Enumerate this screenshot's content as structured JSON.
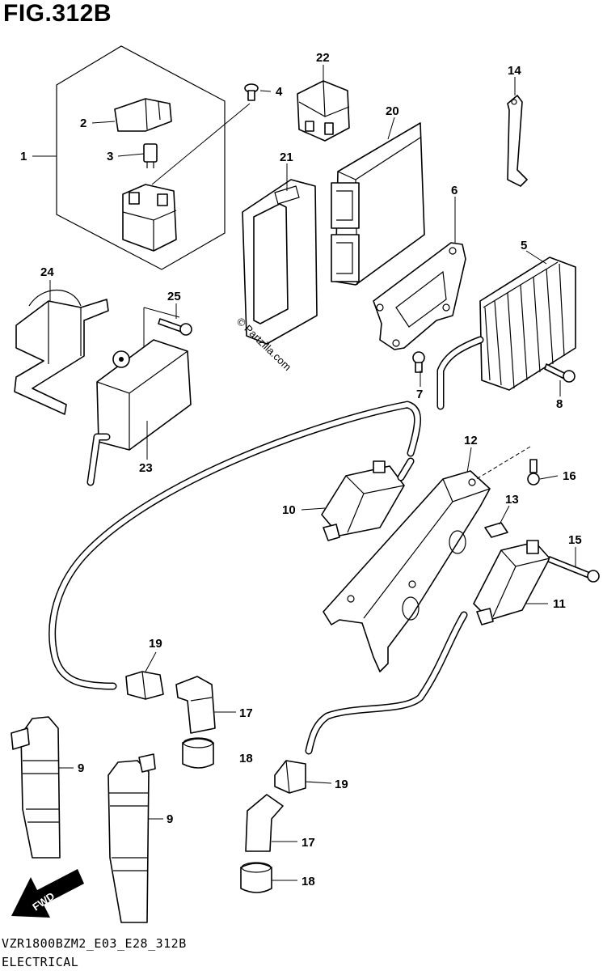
{
  "figure": {
    "title": "FIG.312B",
    "code": "VZR1800BZM2_E03_E28_312B",
    "name": "ELECTRICAL",
    "watermark": "© Partzilla.com",
    "fwd_label": "FWD"
  },
  "callouts": {
    "c1": "1",
    "c2": "2",
    "c3": "3",
    "c4": "4",
    "c5": "5",
    "c6": "6",
    "c7": "7",
    "c8": "8",
    "c9a": "9",
    "c9b": "9",
    "c10": "10",
    "c11": "11",
    "c12": "12",
    "c13": "13",
    "c14": "14",
    "c15": "15",
    "c16": "16",
    "c17a": "17",
    "c17b": "17",
    "c18a": "18",
    "c18b": "18",
    "c19a": "19",
    "c19b": "19",
    "c20": "20",
    "c21": "21",
    "c22": "22",
    "c23": "23",
    "c24": "24",
    "c25": "25"
  }
}
